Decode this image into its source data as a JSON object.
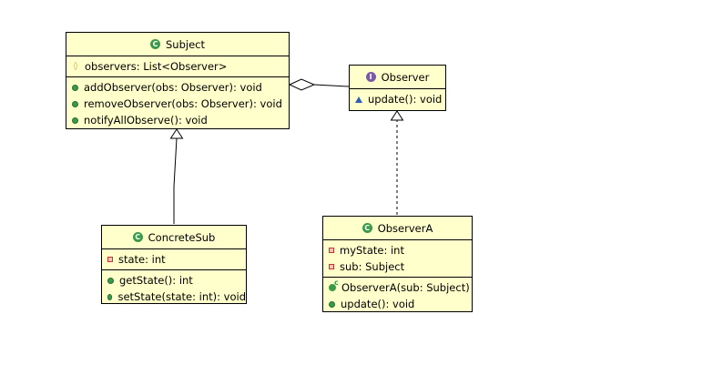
{
  "classes": {
    "subject": {
      "name": "Subject",
      "kind_icon": "class-icon",
      "attributes": [
        {
          "visibility": "protected",
          "text": "observers: List<Observer>"
        }
      ],
      "operations": [
        {
          "visibility": "public",
          "text": "addObserver(obs: Observer): void"
        },
        {
          "visibility": "public",
          "text": "removeObserver(obs: Observer): void"
        },
        {
          "visibility": "public",
          "text": "notifyAllObserve(): void"
        }
      ]
    },
    "observer": {
      "name": "Observer",
      "kind_icon": "interface-icon",
      "operations": [
        {
          "visibility": "package",
          "text": "update(): void"
        }
      ]
    },
    "concretesub": {
      "name": "ConcreteSub",
      "kind_icon": "class-icon",
      "attributes": [
        {
          "visibility": "private",
          "text": "state: int"
        }
      ],
      "operations": [
        {
          "visibility": "public",
          "text": "getState(): int"
        },
        {
          "visibility": "public",
          "text": "setState(state: int): void"
        }
      ]
    },
    "observera": {
      "name": "ObserverA",
      "kind_icon": "class-icon",
      "attributes": [
        {
          "visibility": "private",
          "text": "myState: int"
        },
        {
          "visibility": "private",
          "text": "sub: Subject"
        }
      ],
      "operations": [
        {
          "visibility": "constructor",
          "text": "ObserverA(sub: Subject)"
        },
        {
          "visibility": "public",
          "text": "update(): void"
        }
      ]
    }
  },
  "relationships": [
    {
      "type": "aggregation",
      "whole": "Subject",
      "part": "Observer"
    },
    {
      "type": "generalization",
      "child": "ConcreteSub",
      "parent": "Subject"
    },
    {
      "type": "realization",
      "child": "ObserverA",
      "parent": "Observer"
    }
  ],
  "colors": {
    "class_fill": "#ffffcc",
    "class_icon": "#3a9a4a",
    "interface_icon": "#7a5aa5",
    "line": "#000000"
  }
}
